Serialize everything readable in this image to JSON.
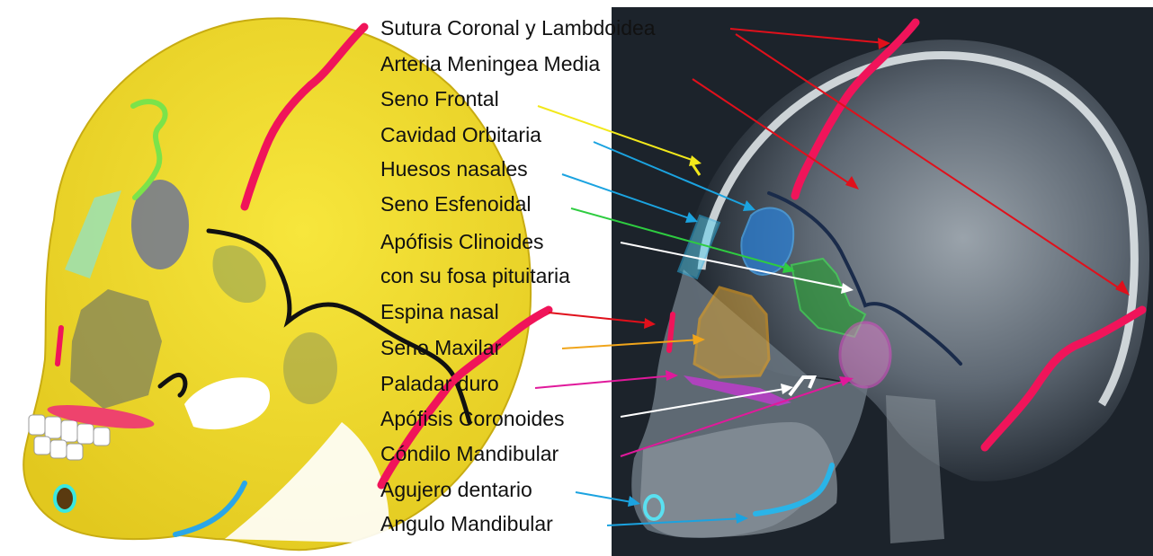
{
  "labels": [
    {
      "id": "sutura",
      "text": "Sutura Coronal y Lambdoidea",
      "color": "#e0101b"
    },
    {
      "id": "arteria",
      "text": "Arteria Meningea   Media",
      "color": "#e0101b"
    },
    {
      "id": "seno-frontal",
      "text": "Seno Frontal",
      "color": "#f2e81b"
    },
    {
      "id": "cavidad",
      "text": "Cavidad Orbitaria",
      "color": "#1ba3e0"
    },
    {
      "id": "huesos",
      "text": "Huesos nasales",
      "color": "#1ba3e0"
    },
    {
      "id": "esfenoidal",
      "text": "Seno Esfenoidal",
      "color": "#2ecc40"
    },
    {
      "id": "clinoides-1",
      "text": "Apófisis Clinoides",
      "color": "#ffffff"
    },
    {
      "id": "clinoides-2",
      "text": "con su fosa  pituitaria",
      "color": "#ffffff"
    },
    {
      "id": "espina",
      "text": "Espina nasal",
      "color": "#e0101b"
    },
    {
      "id": "maxilar",
      "text": "Seno Maxilar",
      "color": "#f0a51b"
    },
    {
      "id": "paladar",
      "text": "Paladar duro",
      "color": "#e0199b"
    },
    {
      "id": "coronoides",
      "text": "Apófisis  Coronoides",
      "color": "#ffffff"
    },
    {
      "id": "condilo",
      "text": "Cóndilo  Mandibular",
      "color": "#e0199b"
    },
    {
      "id": "agujero",
      "text": "Agujero dentario",
      "color": "#1ba3e0"
    },
    {
      "id": "angulo",
      "text": "Angulo Mandibular",
      "color": "#1ba3e0"
    }
  ],
  "colors": {
    "skull": "#f3e12a",
    "suture": "#f0145a",
    "xray_bg": "#1c232b",
    "artery": "#e0101b"
  }
}
